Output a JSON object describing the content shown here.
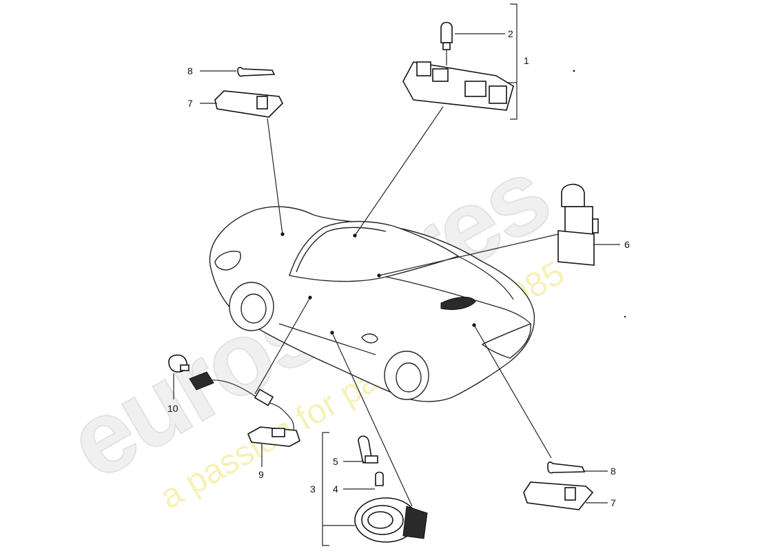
{
  "watermark": {
    "brand": "eurospares",
    "tagline": "a passion for parts since 1985"
  },
  "callouts": [
    {
      "id": "c1",
      "text": "1"
    },
    {
      "id": "c2",
      "text": "2"
    },
    {
      "id": "c3",
      "text": "3"
    },
    {
      "id": "c4",
      "text": "4"
    },
    {
      "id": "c5",
      "text": "5"
    },
    {
      "id": "c6",
      "text": "6"
    },
    {
      "id": "c7a",
      "text": "7"
    },
    {
      "id": "c7b",
      "text": "7"
    },
    {
      "id": "c8a",
      "text": "8"
    },
    {
      "id": "c8b",
      "text": "8"
    },
    {
      "id": "c9",
      "text": "9"
    },
    {
      "id": "c10",
      "text": "10"
    }
  ]
}
